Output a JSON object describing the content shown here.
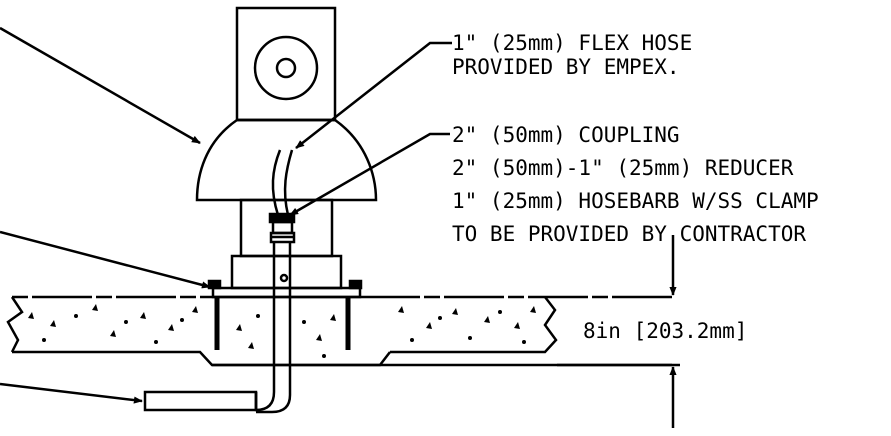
{
  "labels": {
    "flex_hose_line1": "1\" (25mm) FLEX HOSE",
    "flex_hose_line2": "PROVIDED BY EMPEX.",
    "coupling_line1": "2\" (50mm) COUPLING",
    "coupling_line2": "2\" (50mm)-1\" (25mm) REDUCER",
    "coupling_line3": "1\" (25mm) HOSEBARB W/SS CLAMP",
    "coupling_line4": "TO BE PROVIDED BY CONTRACTOR",
    "slab_dimension": "8in [203.2mm]"
  },
  "colors": {
    "line": "#000000",
    "background": "#ffffff"
  }
}
